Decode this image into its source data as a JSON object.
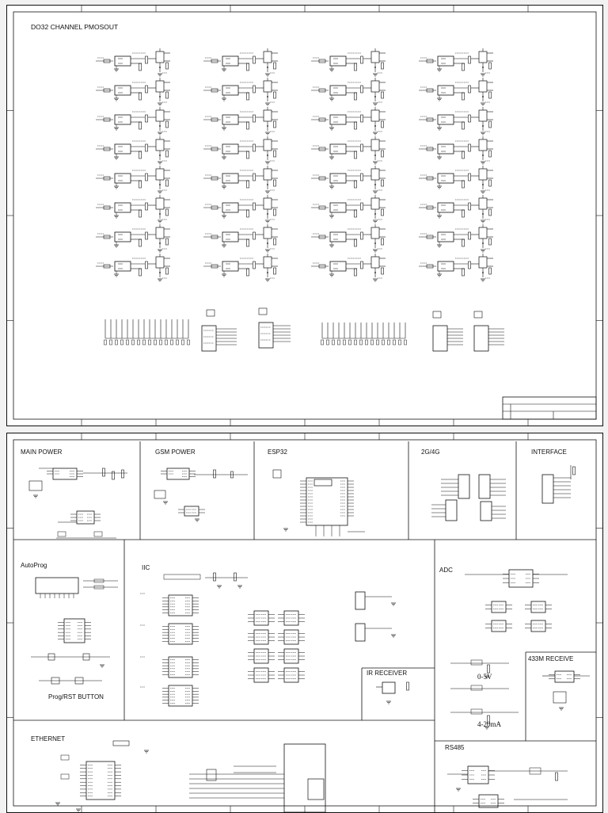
{
  "sheet1": {
    "title": "DO32 CHANNEL PMOSOUT"
  },
  "sheet2": {
    "sections": {
      "main_power": "MAIN POWER",
      "gsm_power": "GSM POWER",
      "esp32": "ESP32",
      "g2g4": "2G/4G",
      "interface": "INTERFACE",
      "autoprog": "AutoProg",
      "iic": "IIC",
      "adc": "ADC",
      "prog_rst": "Prog/RST BUTTON",
      "ir_receiver": "IR RECEIVER",
      "r433m": "433M RECEIVE",
      "ethernet": "ETHERNET",
      "rs485": "RS485"
    },
    "notes": {
      "adc_voltage": "0-5V",
      "adc_current": "4-20mA"
    }
  },
  "colors": {
    "ink": "#111111",
    "paper": "#ffffff",
    "background": "#f2f2f2"
  }
}
